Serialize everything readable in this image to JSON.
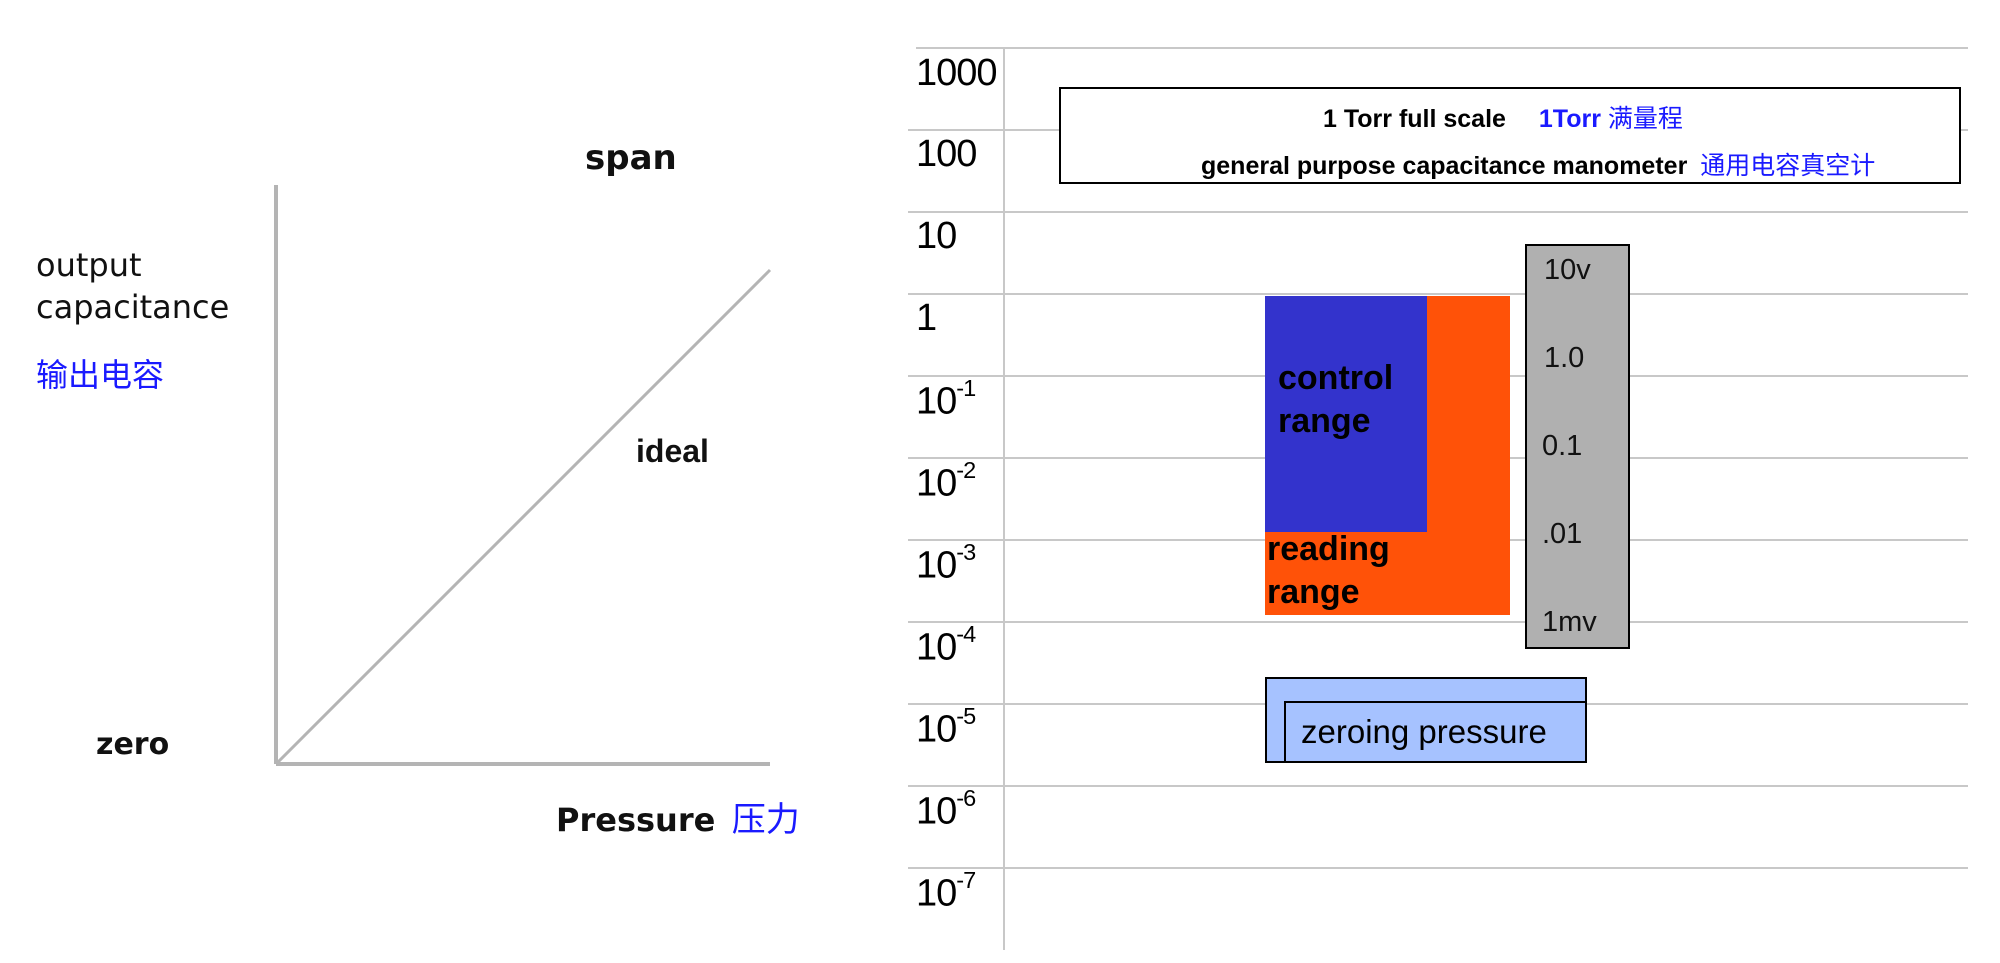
{
  "left_diagram": {
    "y_label_line1": "output",
    "y_label_line2": "capacitance",
    "y_label_cn": "输出电容",
    "span_label": "span",
    "zero_label": "zero",
    "ideal_label": "ideal",
    "x_label": "Pressure",
    "x_label_cn": "压力"
  },
  "right_diagram": {
    "y_ticks": [
      {
        "base": "1000",
        "exp": ""
      },
      {
        "base": "100",
        "exp": ""
      },
      {
        "base": "10",
        "exp": ""
      },
      {
        "base": "1",
        "exp": ""
      },
      {
        "base": "10",
        "exp": "-1"
      },
      {
        "base": "10",
        "exp": "-2"
      },
      {
        "base": "10",
        "exp": "-3"
      },
      {
        "base": "10",
        "exp": "-4"
      },
      {
        "base": "10",
        "exp": "-5"
      },
      {
        "base": "10",
        "exp": "-6"
      },
      {
        "base": "10",
        "exp": "-7"
      }
    ],
    "header_line1_en": "1 Torr full scale",
    "header_line1_blue": "1Torr",
    "header_line1_cn": "满量程",
    "header_line2_en": "general purpose capacitance manometer",
    "header_line2_cn": "通用电容真空计",
    "control_range_line1": "control",
    "control_range_line2": "range",
    "reading_range_line1": "reading",
    "reading_range_line2": "range",
    "voltage_labels": [
      "10v",
      "1.0",
      "0.1",
      ".01",
      "1mv"
    ],
    "zeroing_label": "zeroing pressure",
    "colors": {
      "control_range": "#3333cc",
      "reading_range": "#ff5208",
      "voltage_bar": "#b0b0b0",
      "zeroing_box": "#a6c2ff",
      "chinese_text": "#1a1aff"
    }
  }
}
